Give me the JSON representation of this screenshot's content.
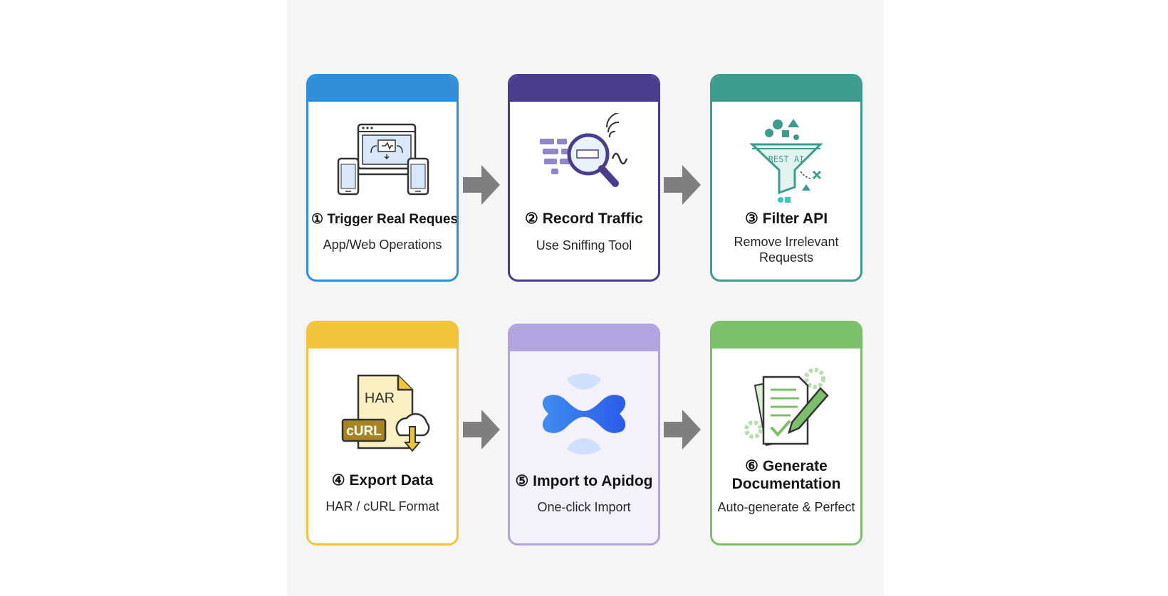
{
  "steps": [
    {
      "id": "trigger",
      "number": "①",
      "title": "Trigger Real Request",
      "subtitle": "App/Web Operations",
      "color": "#2f8fd8",
      "icon": "devices-sync-icon"
    },
    {
      "id": "record",
      "number": "②",
      "title": "Record Traffic",
      "subtitle": "Use Sniffing Tool",
      "color": "#4a3c8e",
      "icon": "magnifier-traffic-icon"
    },
    {
      "id": "filter",
      "number": "③",
      "title": "Filter API",
      "subtitle": "Remove Irrelevant Requests",
      "color": "#3d9c8e",
      "icon": "funnel-filter-icon",
      "icon_text": "REST AI"
    },
    {
      "id": "export",
      "number": "④",
      "title": "Export Data",
      "subtitle": "HAR / cURL Format",
      "color": "#f0c53c",
      "icon": "har-file-download-icon",
      "icon_text_file": "HAR",
      "icon_text_tag": "cURL"
    },
    {
      "id": "import",
      "number": "⑤",
      "title": "Import to Apidog",
      "subtitle": "One-click Import",
      "color": "#b3a3e0",
      "icon": "apidog-logo-icon"
    },
    {
      "id": "generate",
      "number": "⑥",
      "title": "Generate Documentation",
      "subtitle": "Auto-generate & Perfect",
      "color": "#7cbf6a",
      "icon": "document-pencil-icon"
    }
  ],
  "connector_icon": "arrow-right-icon",
  "connector_color": "#7f7f7f"
}
